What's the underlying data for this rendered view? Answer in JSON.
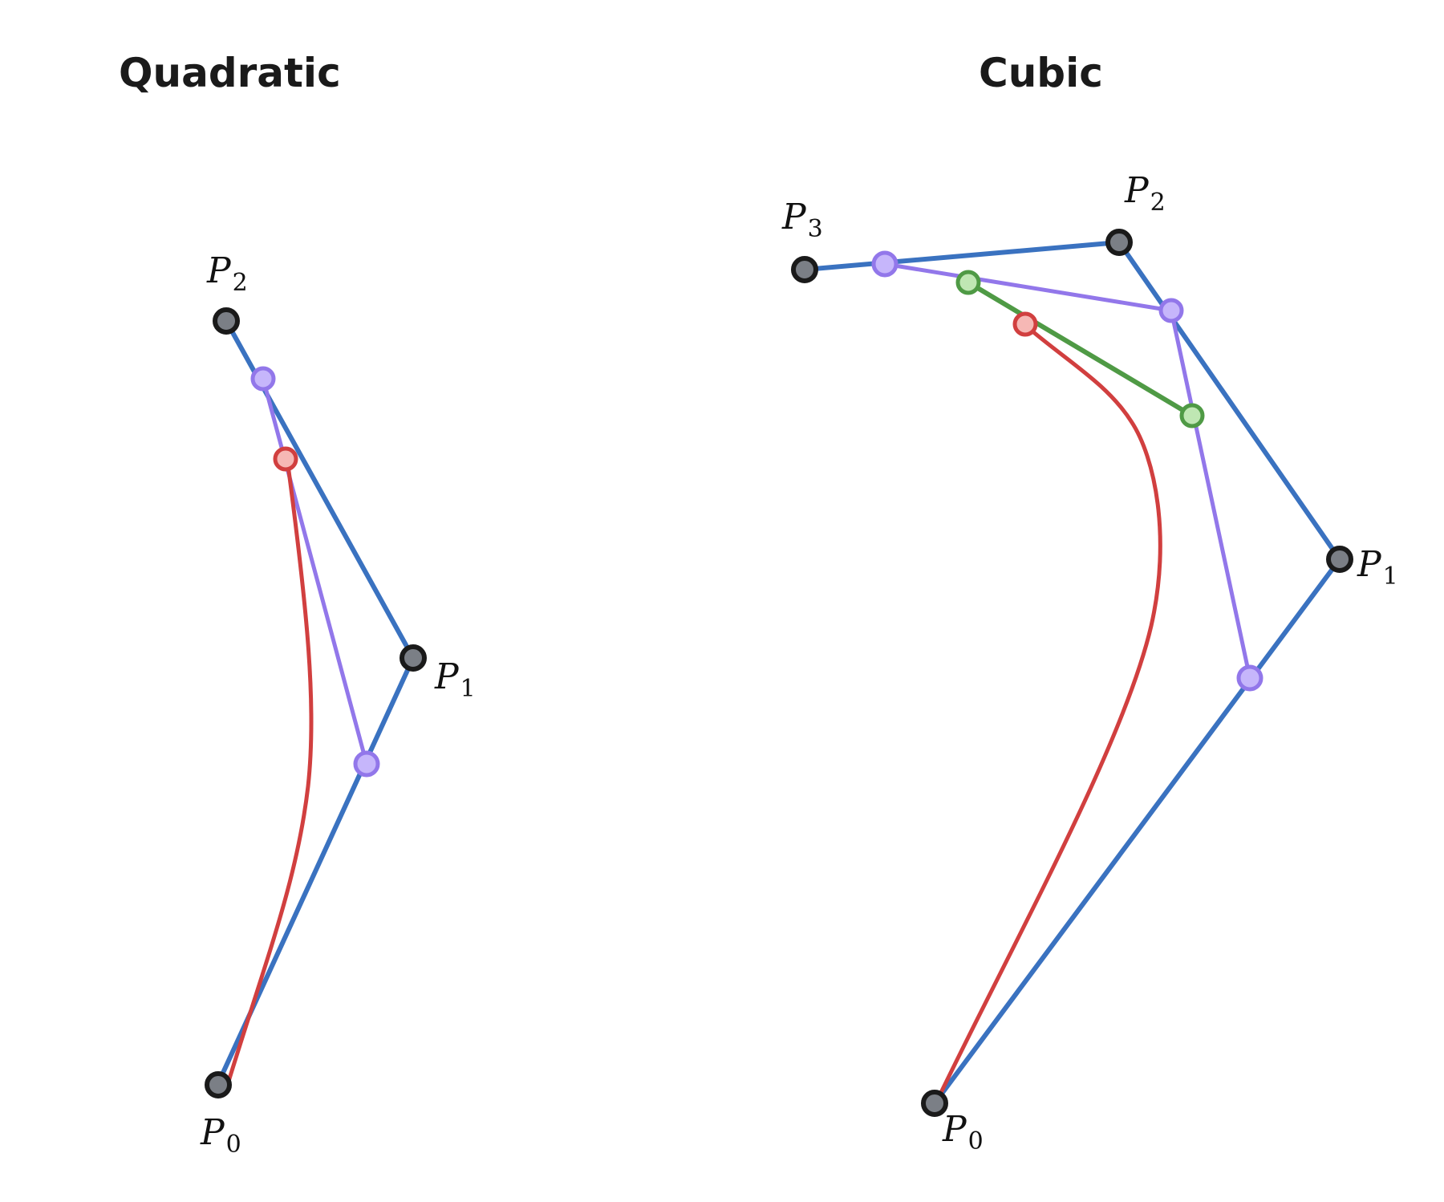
{
  "colors": {
    "control_polygon": "#3a72c0",
    "level1": "#9277ea",
    "level1_fill": "#c6b6fb",
    "level2": "#4f9a45",
    "level2_fill": "#bfe7b3",
    "curve": "#d13f3f",
    "curve_point_fill": "#f6b8b5",
    "control_point_fill": "#7b7f86",
    "control_point_stroke": "#1a1a1a"
  },
  "panels": [
    {
      "title": "Quadratic",
      "points": [
        {
          "label": "P",
          "sub": "0"
        },
        {
          "label": "P",
          "sub": "1"
        },
        {
          "label": "P",
          "sub": "2"
        }
      ]
    },
    {
      "title": "Cubic",
      "points": [
        {
          "label": "P",
          "sub": "0"
        },
        {
          "label": "P",
          "sub": "1"
        },
        {
          "label": "P",
          "sub": "2"
        },
        {
          "label": "P",
          "sub": "3"
        }
      ]
    }
  ]
}
